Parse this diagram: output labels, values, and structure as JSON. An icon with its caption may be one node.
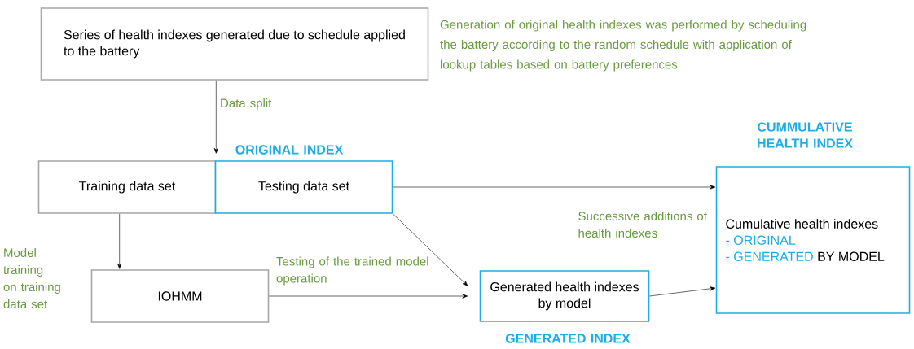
{
  "diagram": {
    "nodes": [
      {
        "text": [
          "Series of health indexes generated due to schedule applied to the battery"
        ],
        "beside": [
          "Generation of original health indexes was performed by scheduling the battery according to the random schedule with application of lookup tables based on battery preferences"
        ]
      },
      {
        "text": [
          "Training data set"
        ]
      },
      {
        "text": [
          "ORIGINAL INDEX",
          "Testing data set"
        ]
      },
      {
        "text": [
          "IOHMM"
        ]
      },
      {
        "text": [
          "Generated health indexes by model",
          "GENERATED INDEX"
        ]
      },
      {
        "text": [
          "CUMMULATIVE HEALTH INDEX",
          "Cumulative health indexes",
          "- ORIGINAL",
          "- GENERATED",
          "BY MODEL"
        ]
      }
    ],
    "edges": [
      {
        "from": 0,
        "to": 1,
        "arrow": "to",
        "label": "Data split"
      },
      {
        "from": 1,
        "to": 3,
        "arrow": "to",
        "label": "Model training on training data set"
      },
      {
        "from": 2,
        "to": 5,
        "arrow": "to",
        "label": "Successive additions of health indexes"
      },
      {
        "from": 2,
        "to": 4,
        "arrow": "to"
      },
      {
        "from": 3,
        "to": 4,
        "arrow": "to",
        "label": "Testing of the trained model operation"
      },
      {
        "from": 4,
        "to": 5,
        "arrow": "to"
      }
    ]
  }
}
